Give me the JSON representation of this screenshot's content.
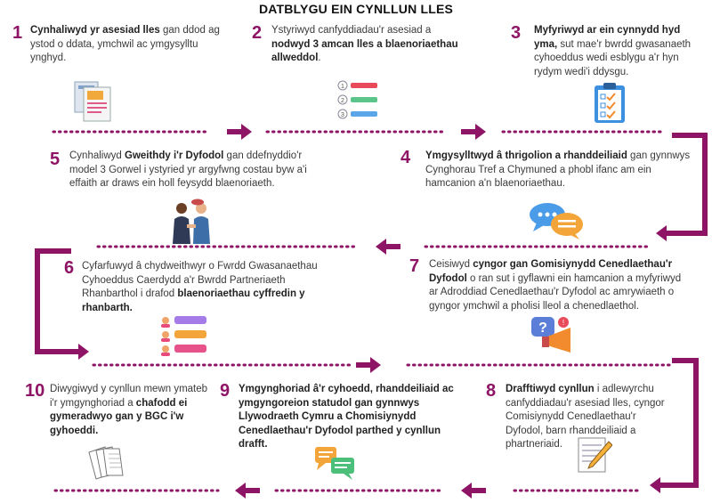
{
  "title": "DATBLYGU EIN CYNLLUN LLES",
  "colors": {
    "accent": "#8e1466",
    "text": "#3a3a3a"
  },
  "steps": [
    {
      "num": "1",
      "pre": "",
      "bold": "Cynhaliwyd yr asesiad lles",
      "post": " gan ddod ag ystod o ddata, ymchwil ac ymgysylltu ynghyd.",
      "icon": "documents-icon"
    },
    {
      "num": "2",
      "pre": "Ystyriwyd canfyddiadau'r asesiad a ",
      "bold": "nodwyd 3 amcan lles a blaenoriaethau allweddol",
      "post": ".",
      "icon": "numbered-list-icon"
    },
    {
      "num": "3",
      "pre": "",
      "bold": "Myfyriwyd ar ein cynnydd hyd yma,",
      "post": " sut mae'r bwrdd gwasanaeth cyhoeddus wedi esblygu a'r hyn rydym wedi'i ddysgu.",
      "icon": "clipboard-checklist-icon"
    },
    {
      "num": "4",
      "pre": "",
      "bold": "Ymgysylltwyd â thrigolion a rhanddeiliaid",
      "post": " gan gynnwys Cynghorau Tref a Chymuned a phobl ifanc am ein hamcanion a'n blaenoriaethau.",
      "icon": "chat-bubbles-icon"
    },
    {
      "num": "5",
      "pre": "Cynhaliwyd ",
      "bold": "Gweithdy i'r Dyfodol",
      "post": " gan ddefnyddio'r model 3 Gorwel i ystyried yr argyfwng costau byw a'i effaith ar draws ein holl feysydd blaenoriaeth.",
      "icon": "people-meeting-icon"
    },
    {
      "num": "6",
      "pre": "Cyfarfuwyd â chydweithwyr o Fwrdd Gwasanaethau Cyhoeddus Caerdydd a'r Bwrdd Partneriaeth Rhanbarthol i drafod ",
      "bold": "blaenoriaethau cyffredin y rhanbarth.",
      "post": "",
      "icon": "people-messages-icon"
    },
    {
      "num": "7",
      "pre": "Ceisiwyd ",
      "bold": "cyngor gan Gomisiynydd Cenedlaethau'r Dyfodol",
      "post": " o ran sut i gyflawni ein hamcanion a myfyriwyd ar Adroddiad Cenedlaethau'r Dyfodol ac amrywiaeth o gyngor ymchwil a pholisi lleol a chenedlaethol.",
      "icon": "question-megaphone-icon"
    },
    {
      "num": "8",
      "pre": "",
      "bold": "Drafftiwyd cynllun",
      "post": " i adlewyrchu canfyddiadau'r asesiad lles, cyngor Comisiynydd Cenedlaethau'r Dyfodol, barn rhanddeiliaid a phartneriaid.",
      "icon": "paper-pencil-icon"
    },
    {
      "num": "9",
      "pre": "",
      "bold": "Ymgynghoriad â'r cyhoedd, rhanddeiliaid ac ymgyngoreion statudol gan gynnwys Llywodraeth Cymru a Chomisiynydd Cenedlaethau'r Dyfodol parthed y cynllun drafft.",
      "post": "",
      "icon": "speech-bubbles-icon"
    },
    {
      "num": "10",
      "pre": "Diwygiwyd y cynllun mewn ymateb i'r ymgynghoriad a ",
      "bold": "chafodd ei gymeradwyo gan y BGC i'w gyhoeddi.",
      "post": "",
      "icon": "paper-stack-icon"
    }
  ]
}
